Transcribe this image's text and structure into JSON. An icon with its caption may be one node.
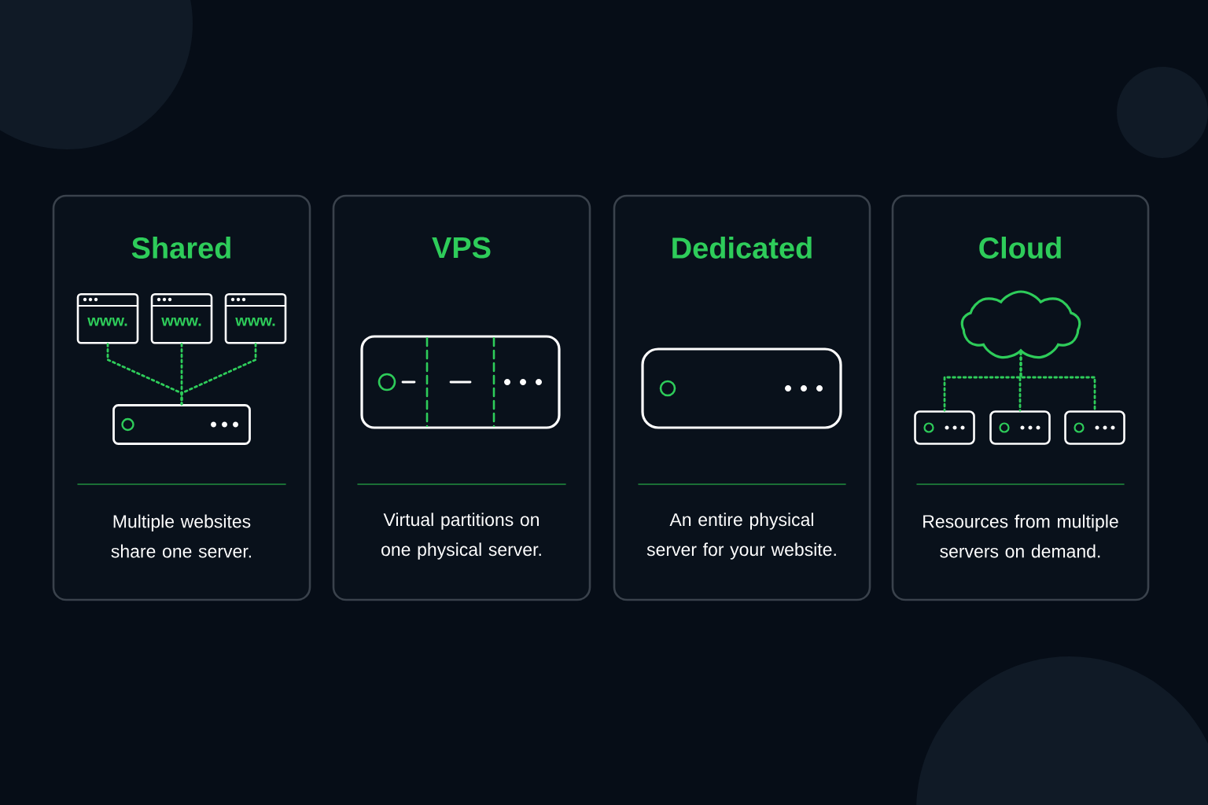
{
  "diagram": {
    "nodes": [
      {
        "text": [
          "Shared",
          "Multiple websites share one server."
        ]
      },
      {
        "text": [
          "www."
        ],
        "in": 0
      },
      {
        "text": [
          "www."
        ],
        "in": 0
      },
      {
        "text": [
          "www."
        ],
        "in": 0
      },
      {
        "text": [],
        "shape": "box",
        "in": 0
      },
      {
        "text": [
          "VPS",
          "Virtual partitions on one physical server."
        ]
      },
      {
        "text": [
          "Dedicated",
          "An entire physical server for your website."
        ]
      },
      {
        "text": [
          "Cloud",
          "Resources from multiple servers on demand."
        ]
      },
      {
        "text": [],
        "shape": "cloud",
        "in": 7
      },
      {
        "text": [],
        "shape": "box",
        "in": 7
      },
      {
        "text": [],
        "shape": "box",
        "in": 7
      },
      {
        "text": [],
        "shape": "box",
        "in": 7
      }
    ],
    "edges": [
      {
        "from": 1,
        "to": 4,
        "arrow": "none",
        "style": "dashed"
      },
      {
        "from": 2,
        "to": 4,
        "arrow": "none",
        "style": "dashed"
      },
      {
        "from": 3,
        "to": 4,
        "arrow": "none",
        "style": "dashed"
      },
      {
        "from": 8,
        "to": 9,
        "arrow": "none",
        "style": "dashed"
      },
      {
        "from": 8,
        "to": 10,
        "arrow": "none",
        "style": "dashed"
      },
      {
        "from": 8,
        "to": 11,
        "arrow": "none",
        "style": "dashed"
      }
    ]
  }
}
